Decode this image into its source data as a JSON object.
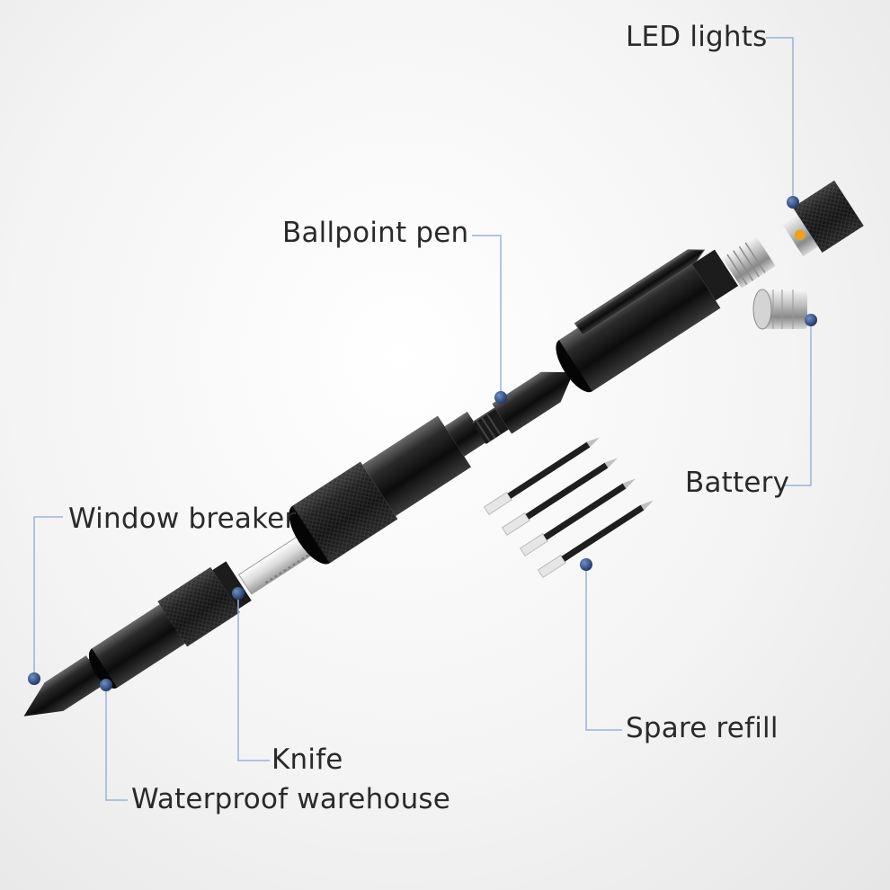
{
  "labels": {
    "led_lights": "LED lights",
    "ballpoint_pen": "Ballpoint pen",
    "battery": "Battery",
    "window_breaker": "Window breaker",
    "spare_refill": "Spare refill",
    "knife": "Knife",
    "waterproof_warehouse": "Waterproof warehouse"
  },
  "colors": {
    "leader_line": "#9bb3d6",
    "marker": "#2d4a7c",
    "metal_dark": "#141414",
    "metal_silver": "#c8c8c8",
    "led_amber": "#e9a320"
  }
}
